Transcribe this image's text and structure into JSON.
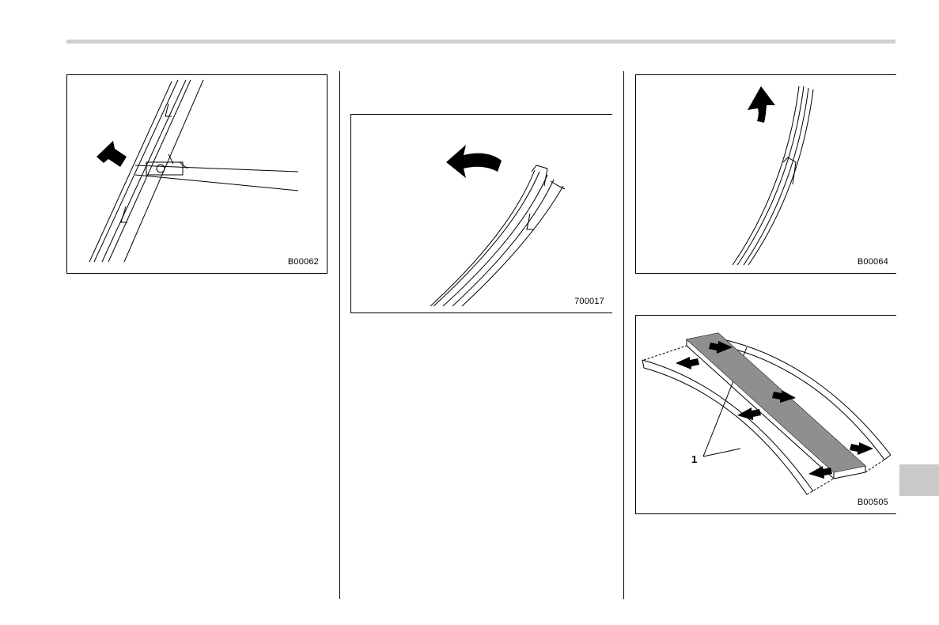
{
  "figures": [
    {
      "id": "fig1",
      "code": "B00062",
      "icon": "wiper-arm-release-diagram"
    },
    {
      "id": "fig2",
      "code": "700017",
      "icon": "wiper-blade-removal-diagram"
    },
    {
      "id": "fig3",
      "code": "B00064",
      "icon": "wiper-blade-slide-out-diagram"
    },
    {
      "id": "fig4",
      "code": "B00505",
      "icon": "wiper-rubber-insert-diagram",
      "callout": "1"
    }
  ],
  "colors": {
    "rule": "#cfcfcf",
    "tab": "#c9c9c9",
    "line": "#000000"
  }
}
